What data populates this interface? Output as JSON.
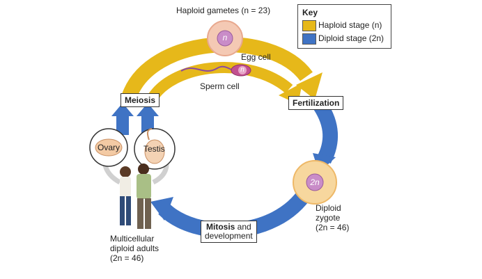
{
  "key": {
    "title": "Key",
    "haploid": {
      "label": "Haploid stage (n)",
      "color": "#e6b81a"
    },
    "diploid": {
      "label": "Diploid stage (2n)",
      "color": "#3f73c4"
    }
  },
  "labels": {
    "haploid_gametes": "Haploid gametes (n = 23)",
    "egg_cell": "Egg cell",
    "sperm_cell": "Sperm cell",
    "meiosis": "Meiosis",
    "fertilization": "Fertilization",
    "mitosis_bold": "Mitosis",
    "mitosis_rest": " and",
    "development": "development",
    "diploid_zygote": [
      "Diploid",
      "zygote",
      "(2n = 46)"
    ],
    "adults": [
      "Multicellular",
      "diploid adults",
      "(2n = 46)"
    ],
    "ovary": "Ovary",
    "testis": "Testis",
    "egg_nucleus": "n",
    "sperm_nucleus": "n",
    "zygote_nucleus": "2n"
  }
}
